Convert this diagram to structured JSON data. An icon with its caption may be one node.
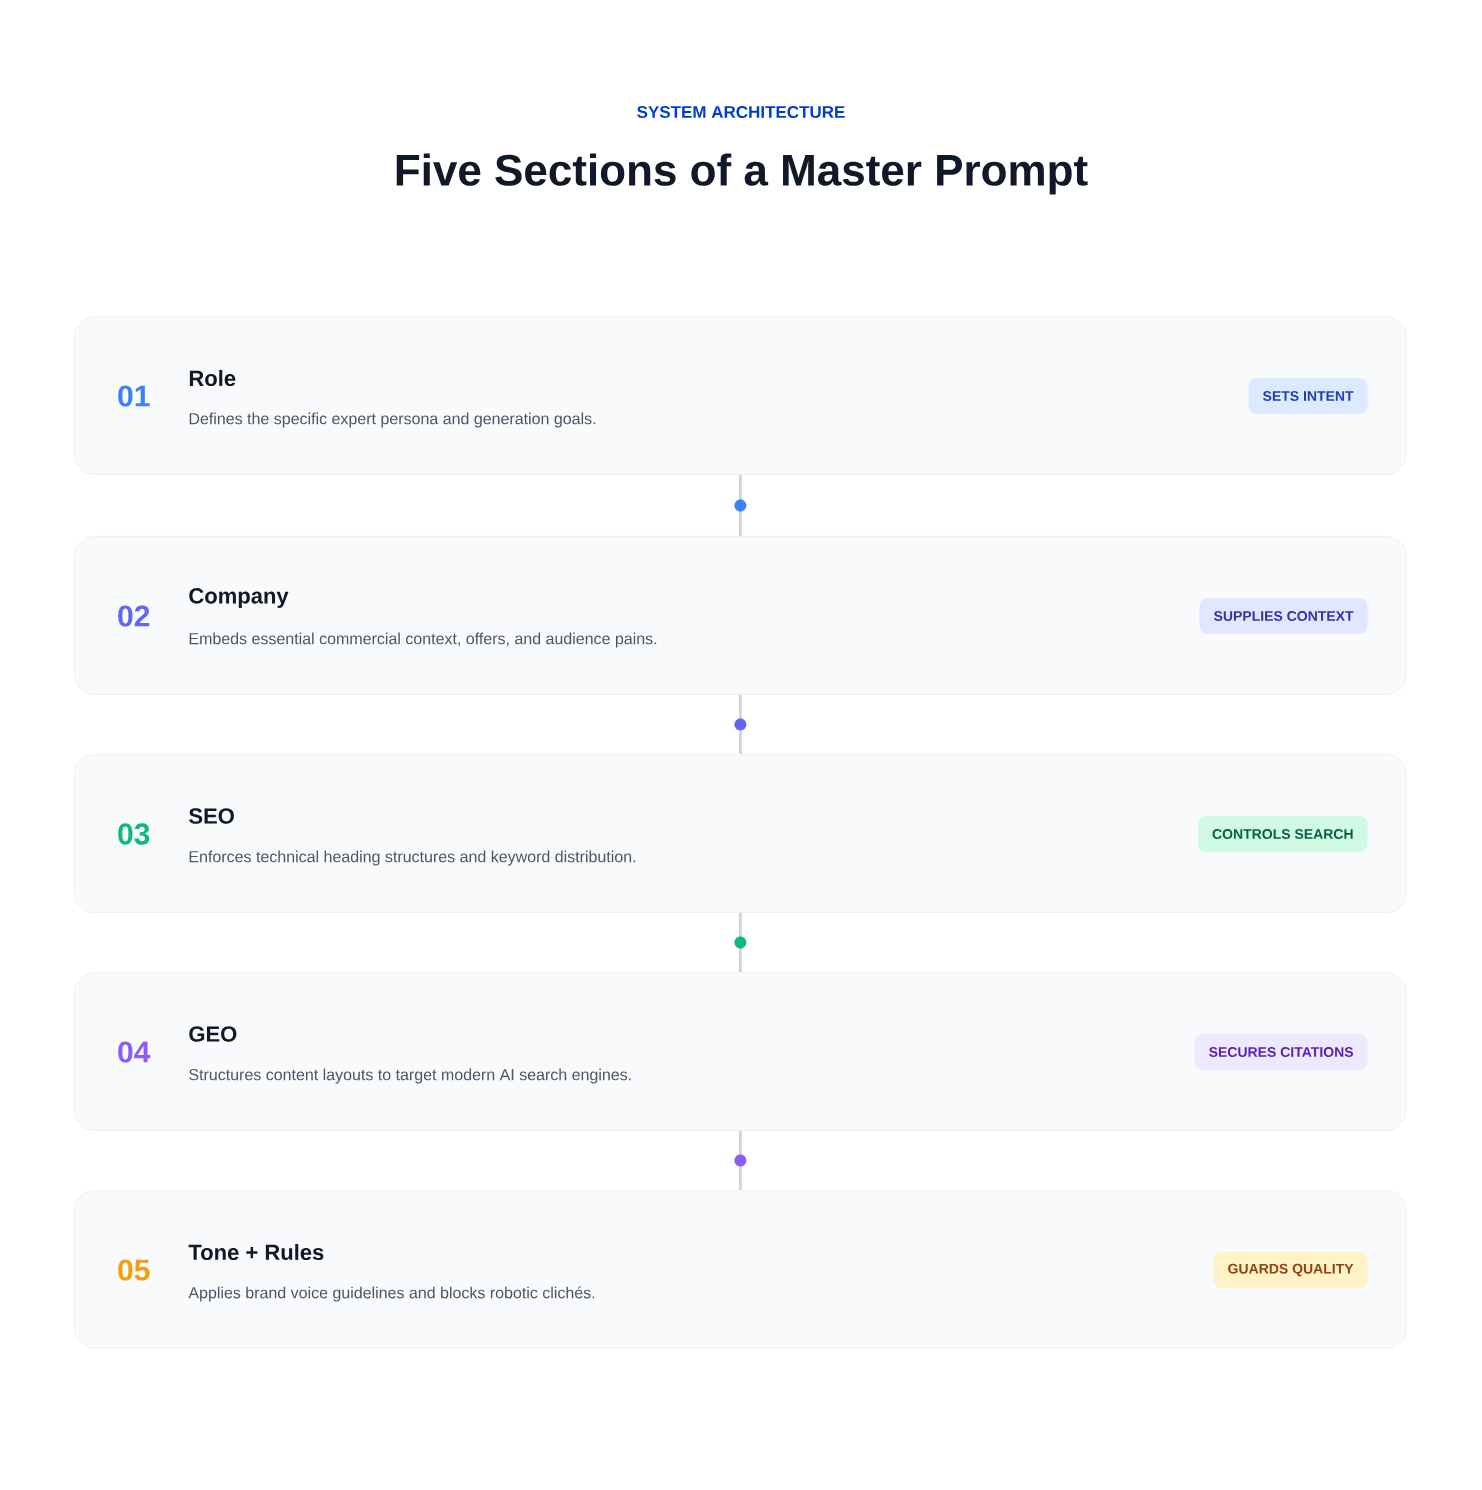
{
  "diagram": {
    "title": "Five Sections of a Master Prompt",
    "labels": [
      "SYSTEM ARCHITECTURE"
    ],
    "nodes": [
      {
        "text": [
          "01",
          "Role",
          "Defines the specific expert persona and generation goals."
        ]
      },
      {
        "text": [
          "SETS INTENT"
        ],
        "in": 0
      },
      {
        "text": [
          "02",
          "Company",
          "Embeds essential commercial context, offers, and audience pains."
        ]
      },
      {
        "text": [
          "SUPPLIES CONTEXT"
        ],
        "in": 2
      },
      {
        "text": [
          "03",
          "SEO",
          "Enforces technical heading structures and keyword distribution."
        ]
      },
      {
        "text": [
          "CONTROLS SEARCH"
        ],
        "in": 4
      },
      {
        "text": [
          "04",
          "GEO",
          "Structures content layouts to target modern AI search engines."
        ]
      },
      {
        "text": [
          "SECURES CITATIONS"
        ],
        "in": 6
      },
      {
        "text": [
          "05",
          "Tone + Rules",
          "Applies brand voice guidelines and blocks robotic clichés."
        ]
      },
      {
        "text": [
          "GUARDS QUALITY"
        ],
        "in": 8
      }
    ],
    "edges": [
      {
        "from": 0,
        "to": 2,
        "arrow": "none"
      },
      {
        "from": 2,
        "to": 4,
        "arrow": "none"
      },
      {
        "from": 4,
        "to": 6,
        "arrow": "none"
      },
      {
        "from": 6,
        "to": 8,
        "arrow": "none"
      }
    ]
  }
}
